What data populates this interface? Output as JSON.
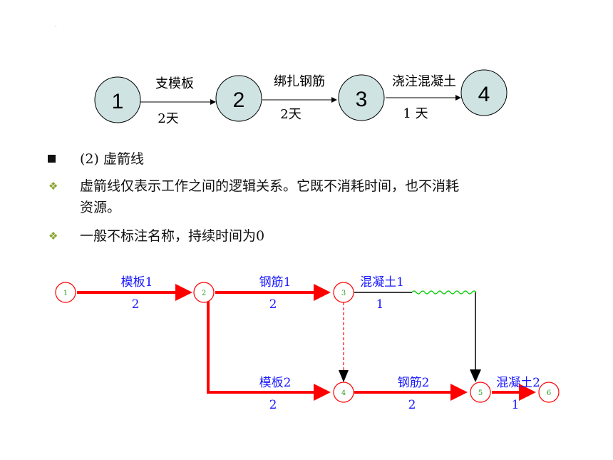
{
  "top_diagram": {
    "nodes": [
      "1",
      "2",
      "3",
      "4"
    ],
    "tasks": [
      {
        "name": "支模板",
        "duration": "2天"
      },
      {
        "name": "绑扎钢筋",
        "duration": "2天"
      },
      {
        "name": "浇注混凝土",
        "duration": "1 天"
      }
    ]
  },
  "bullets": {
    "heading": "(2) 虚箭线",
    "item1_line1": "虚箭线仅表示工作之间的逻辑关系。它既不消耗时间，也不消耗",
    "item1_line2": "资源。",
    "item2": "一般不标注名称，持续时间为0"
  },
  "network": {
    "nodes": [
      "1",
      "2",
      "3",
      "4",
      "5",
      "6"
    ],
    "activities": [
      {
        "name": "模板1",
        "duration": "2"
      },
      {
        "name": "钢筋1",
        "duration": "2"
      },
      {
        "name": "混凝土1",
        "duration": "1"
      },
      {
        "name": "模板2",
        "duration": "2"
      },
      {
        "name": "钢筋2",
        "duration": "2"
      },
      {
        "name": "混凝土2",
        "duration": "1"
      }
    ]
  },
  "colors": {
    "node_fill": "#cfe3e3",
    "critical": "#ff0000",
    "label_blue": "#1a1aff",
    "node_number": "#2aa02a",
    "wave": "#00cc00",
    "bullet_diamond": "#8aa32c"
  }
}
